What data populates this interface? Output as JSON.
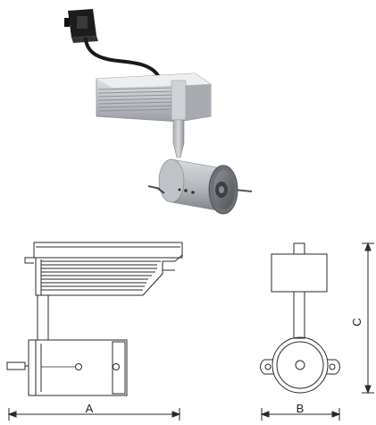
{
  "dimensions": {
    "a_label": "A",
    "b_label": "B",
    "c_label": "C"
  },
  "colors": {
    "line": "#2a2a2a",
    "render_dark": "#1e1e1e",
    "render_mid": "#9a9da2",
    "render_light": "#cfd2d6",
    "render_shadow": "#6e7177"
  }
}
